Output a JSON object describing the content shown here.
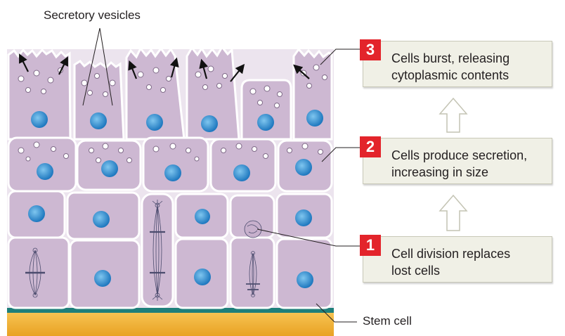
{
  "labels": {
    "secretory_vesicles": "Secretory vesicles",
    "stem_cell": "Stem cell"
  },
  "steps": [
    {
      "number": "1",
      "text_line1": "Cell division replaces",
      "text_line2": "lost cells"
    },
    {
      "number": "2",
      "text_line1": "Cells produce secretion,",
      "text_line2": "increasing in size"
    },
    {
      "number": "3",
      "text_line1": "Cells burst, releasing",
      "text_line2": "cytoplasmic contents"
    }
  ],
  "colors": {
    "cell_fill": "#cdb8d2",
    "cell_border": "#ffffff",
    "nucleus": "#2f8fd0",
    "basement": "#1e7f7a",
    "connective_tissue": "#f0b132",
    "step_number_bg": "#e3242b",
    "step_box_bg": "#f0f0e6"
  }
}
